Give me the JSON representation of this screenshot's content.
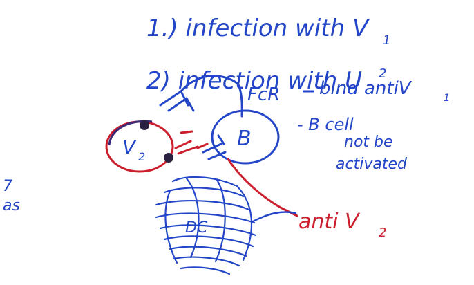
{
  "steps": {
    "step1": "1.) infection with V",
    "step1_sub": "1",
    "step2": "2)  infection with U",
    "step2_sup": "2"
  },
  "nodes": {
    "v2_label": "V",
    "v2_sub": "2",
    "b_label": "B",
    "dc_label": "DC"
  },
  "annotations": {
    "fcr": "FcR",
    "bind": "bind antiV",
    "bind_sub": "1",
    "bcell_line1": "- B cell",
    "bcell_line2": "not be",
    "bcell_line3": "activated",
    "anti_v2": "anti V",
    "anti_v2_sub": "2",
    "margin_fragment_1": "7",
    "margin_fragment_2": "as"
  },
  "colors": {
    "ink_blue": "#2346c8",
    "ink_red": "#cc1f2e",
    "ink_purple": "#3a2a78"
  }
}
